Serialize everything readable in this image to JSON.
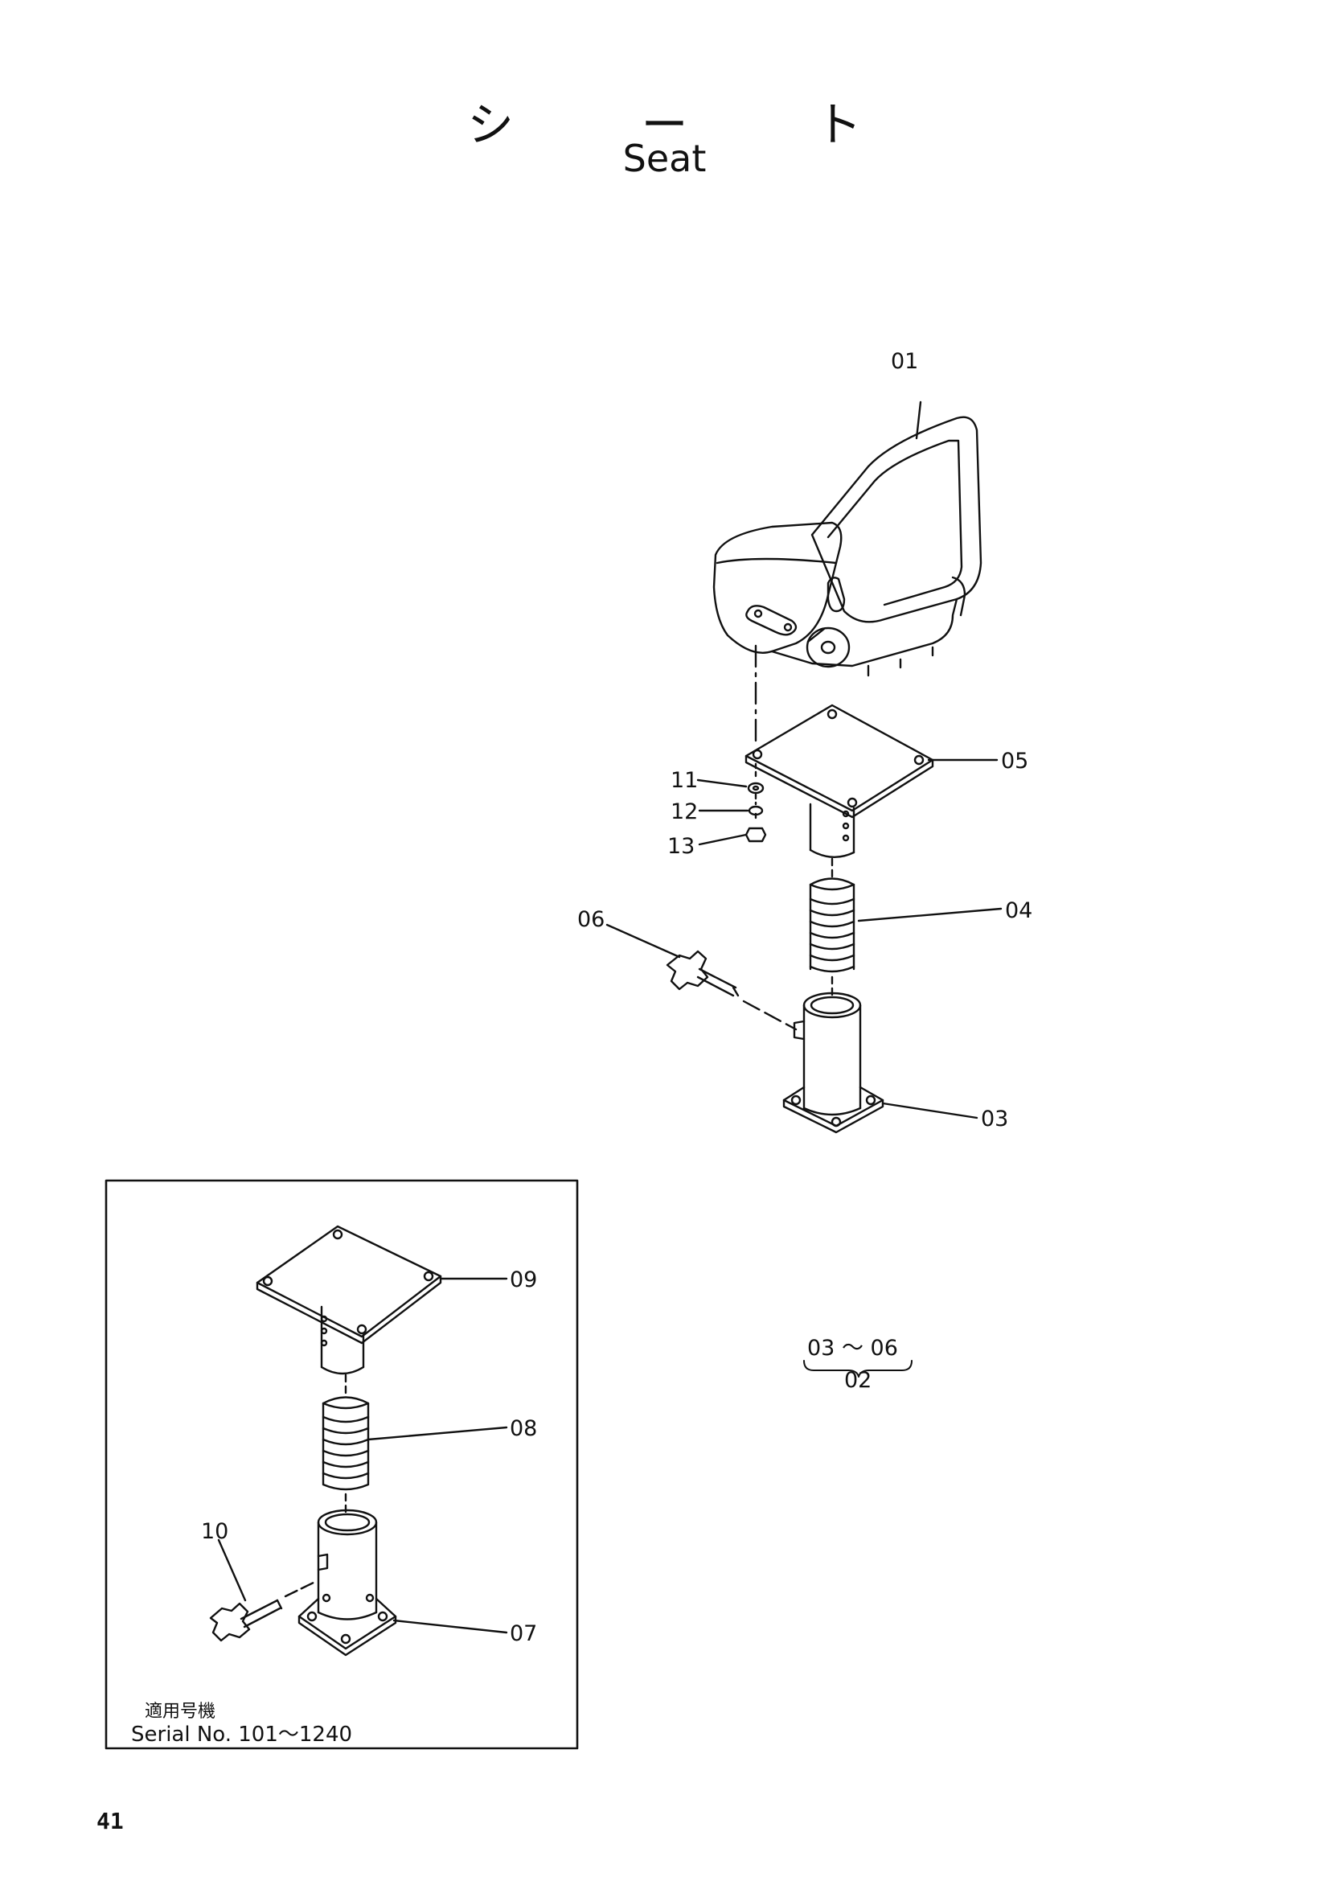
{
  "title": {
    "japanese": "シ ー ト",
    "english": "Seat"
  },
  "part_labels": {
    "seat": "01",
    "plate": "05",
    "washer": "11",
    "lock_washer": "12",
    "nut": "13",
    "spring": "04",
    "knob_bolt": "06",
    "base": "03"
  },
  "group_note": {
    "range": "03 ～ 06",
    "assembly": "02"
  },
  "inset": {
    "part_labels": {
      "plate": "09",
      "spring": "08",
      "knob_bolt": "10",
      "base": "07"
    },
    "applicable_jp": "適用号機",
    "serial": "Serial No. 101～1240"
  },
  "page_number": "41"
}
